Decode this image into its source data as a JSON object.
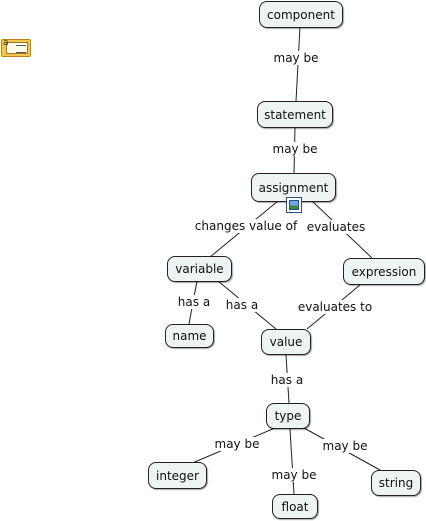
{
  "concepts": {
    "component": "component",
    "statement": "statement",
    "assignment": "assignment",
    "variable": "variable",
    "expression": "expression",
    "name": "name",
    "value": "value",
    "type": "type",
    "integer": "integer",
    "float": "float",
    "string": "string"
  },
  "links": {
    "component_statement": "may be",
    "statement_assignment": "may be",
    "assignment_variable": "changes value of",
    "assignment_expression": "evaluates",
    "variable_name": "has a",
    "variable_value": "has a",
    "expression_value": "evaluates to",
    "value_type": "has a",
    "type_integer": "may be",
    "type_float": "may be",
    "type_string": "may be"
  },
  "icons": {
    "toolbar": "annotation-icon",
    "resource": "image-resource-icon"
  }
}
